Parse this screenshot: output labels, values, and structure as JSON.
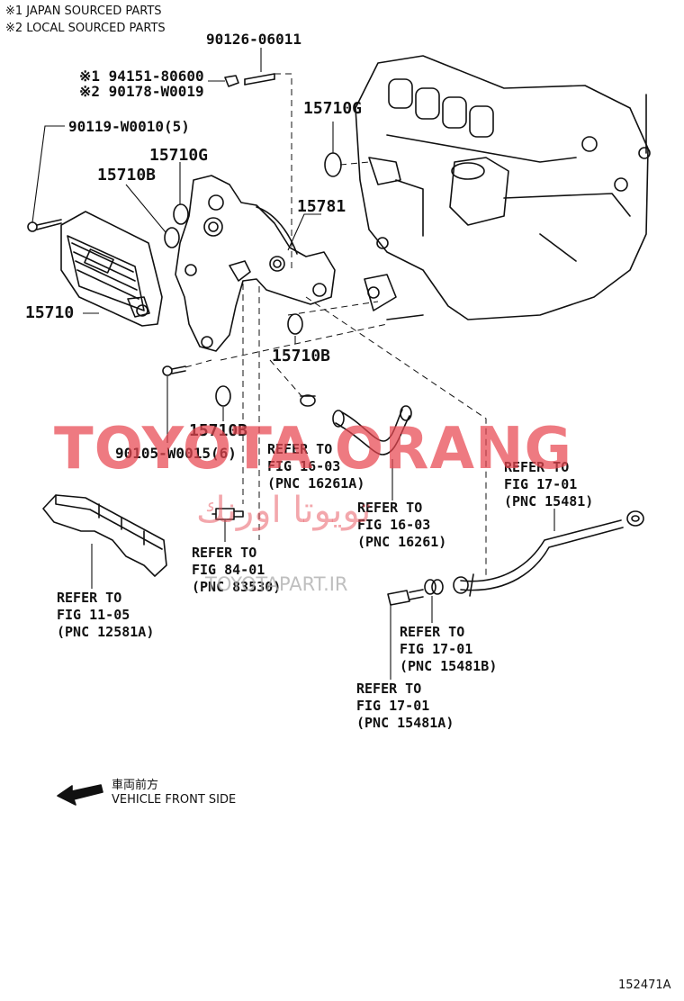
{
  "header": {
    "note1": "※1 JAPAN SOURCED PARTS",
    "note2": "※2 LOCAL SOURCED PARTS"
  },
  "parts": {
    "p90126": "90126-06011",
    "p94151": "※1 94151-80600",
    "p90178": "※2 90178-W0019",
    "p90119": "90119-W0010(5)",
    "p15710G_a": "15710G",
    "p15710G_b": "15710G",
    "p15710B_a": "15710B",
    "p15781": "15781",
    "p15710": "15710",
    "p15710B_b": "15710B",
    "p15710B_c": "15710B",
    "p90105": "90105-W0015(6)"
  },
  "refs": {
    "r16261A": "REFER TO\nFIG 16-03\n(PNC 16261A)",
    "r16261": "REFER TO\nFIG 16-03\n(PNC 16261)",
    "r15481": "REFER TO\nFIG 17-01\n(PNC 15481)",
    "r83530": "REFER TO\nFIG 84-01\n(PNC 83530)",
    "r12581A": "REFER TO\nFIG 11-05\n(PNC 12581A)",
    "r15481B": "REFER TO\nFIG 17-01\n(PNC 15481B)",
    "r15481A": "REFER TO\nFIG 17-01\n(PNC 15481A)"
  },
  "watermark": {
    "brand": "TOYOTA ORANG",
    "arabic": "تويوتا اورنك",
    "url": "TOYOTAPART.IR"
  },
  "front": {
    "jp": "車両前方",
    "en": "VEHICLE FRONT SIDE"
  },
  "figure_id": "152471A",
  "colors": {
    "line": "#111111",
    "watermark": "#e84650"
  }
}
